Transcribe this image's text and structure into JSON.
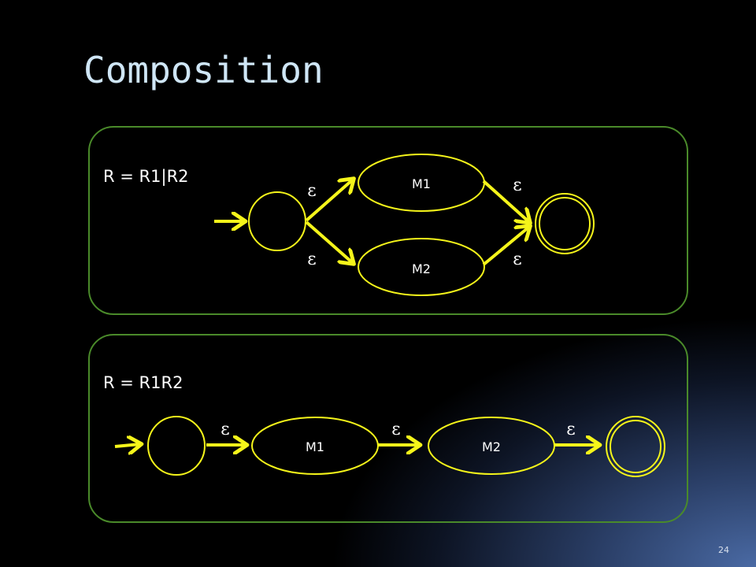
{
  "slide": {
    "title": "Composition",
    "page_number": "24"
  },
  "union": {
    "formula": "R = R1|R2",
    "machine_top": "M1",
    "machine_bottom": "M2",
    "epsilon": "ε"
  },
  "concat": {
    "formula": "R = R1R2",
    "machine_first": "M1",
    "machine_second": "M2",
    "epsilon": "ε"
  },
  "colors": {
    "title": "#cfe6f6",
    "panel_border": "#4a8a2a",
    "arrow": "#f5f51a",
    "state_outline": "#f5f51a"
  }
}
